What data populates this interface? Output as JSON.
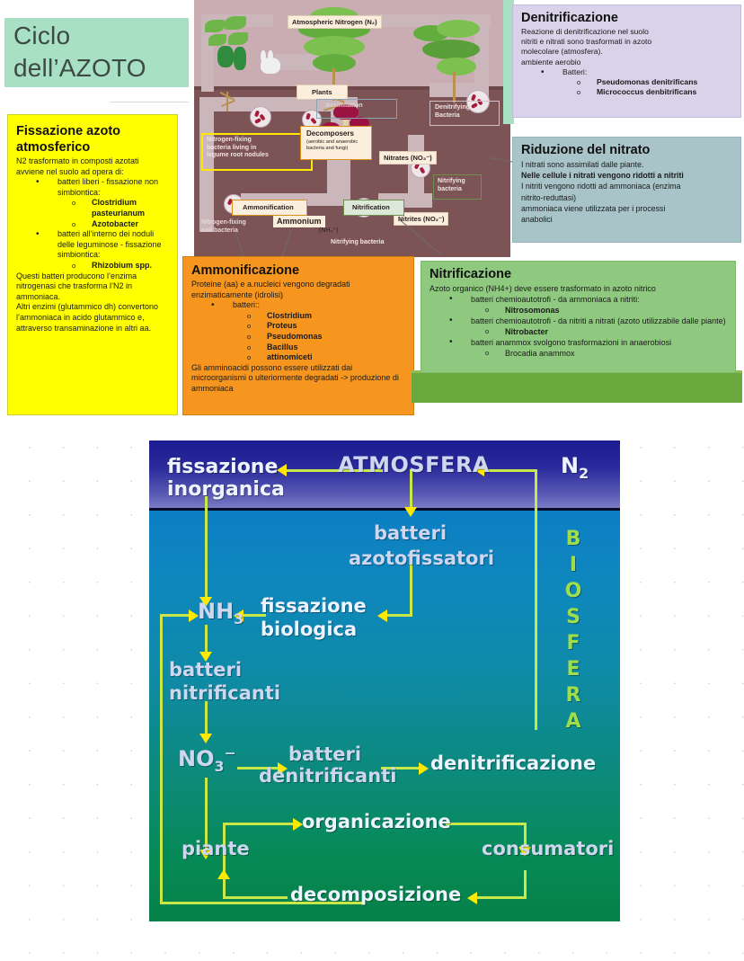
{
  "slide": {
    "title_line1": "Ciclo",
    "title_line2": "dell’AZOTO"
  },
  "boxes": {
    "fissazione": {
      "heading": "Fissazione azoto atmosferico",
      "intro1": "N2 trasformato in composti azotati",
      "intro2": "avviene nel suolo ad opera di:",
      "b1": "batteri liberi - fissazione non simbiontica:",
      "b1_s1": "Clostridium pasteurianum",
      "b1_s2": "Azotobacter",
      "b2": "batteri all’interno dei noduli delle leguminose - fissazione simbiontica:",
      "b2_s1": "Rhizobium spp.",
      "tail1": "Questi batteri producono l’enzima nitrogenasi che trasforma l’N2 in ammoniaca.",
      "tail2": "Altri enzimi (glutammico dh) convertono l’ammoniaca in acido glutammico e, attraverso transaminazione in altri aa."
    },
    "ammonificazione": {
      "heading": "Ammonificazione",
      "intro": "Proteine (aa) e  a.nucleici vengono degradati enzimaticamente (idrolisi)",
      "b1": "batteri::",
      "s1": "Clostridium",
      "s2": "Proteus",
      "s3": "Pseudomonas",
      "s4": "Bacillus",
      "s5": "attinomiceti",
      "tail": "Gli amminoacidi possono essere utilizzati dai microorganismi o ulteriormente degradati  -> produzione di ammoniaca"
    },
    "nitrificazione": {
      "heading": "Nitrificazione",
      "intro": "Azoto organico  (NH4+) deve essere trasformato in azoto nitrico",
      "b1": "batteri chemioautotrofi - da ammoniaca a nitriti:",
      "b1_s1": "Nitrosomonas",
      "b2": "batteri chemioautotrofi - da nitriti a nitrati (azoto utilizzabile dalle piante)",
      "b2_s1": "Nitrobacter",
      "b3": "batteri anammox svolgono trasformazioni in anaerobiosi",
      "b3_s1": "Brocadia anammox"
    },
    "denitrificazione": {
      "heading": "Denitrificazione",
      "l1": "Reazione di denitrificazione nel suolo",
      "l2": "nitriti e nitrati sono trasformati in azoto",
      "l3": "molecolare (atmosfera).",
      "l4": "ambiente aerobio",
      "b1": "Batteri:",
      "s1": "Pseudomonas denitrificans",
      "s2": "Micrococcus denbitrificans"
    },
    "riduzione": {
      "heading": "Riduzione del nitrato",
      "l1": "I nitrati sono assimilati dalle piante.",
      "l2": "Nelle cellule i nitrati vengono ridotti a nitriti",
      "l3": "I nitriti vengono ridotti ad ammoniaca (enzima",
      "l4": "nitrito-reduttasi)",
      "l5": "ammoniaca viene utilizzata per i processi",
      "l6": "anabolici"
    }
  },
  "central_figure": {
    "atmospheric_nitrogen": "Atmospheric Nitrogen (N₂)",
    "plants": "Plants",
    "assimilation": "Assimilation",
    "denitrifying_bacteria": "Denitrifying\nBacteria",
    "nitrogen_fixing_legume": "Nitrogen-fixing\nbacteria living in\nlegume root nodules",
    "decomposers": "Decomposers",
    "decomposers_sub": "(aerobic and anaerobic\nbacteria and fungi)",
    "nitrates": "Nitrates (NO₃⁻)",
    "nitrites": "Nitrites (NO₂⁻)",
    "nitrifying_bacteria": "Nitrifying\nbacteria",
    "ammonification": "Ammonification",
    "nitrification": "Nitrification",
    "ammonium": "Ammonium",
    "ammonium_sub": "(NH₄⁺)",
    "nitrogen_fixing_soil": "Nitrogen-fixing\nsoil bacteria",
    "nitrifying_bacteria_bottom": "Nitrifying bacteria"
  },
  "cycle_diagram": {
    "fissazione_inorganica_l1": "fissazione",
    "fissazione_inorganica_l2": "inorganica",
    "atmosfera": "ATMOSFERA",
    "n2": "N",
    "n2_sub": "2",
    "batteri_azotofissatori_l1": "batteri",
    "batteri_azotofissatori_l2": "azotofissatori",
    "nh3": "NH",
    "nh3_sub": "3",
    "fissazione_biologica_l1": "fissazione",
    "fissazione_biologica_l2": "biologica",
    "batteri_nitrificanti_l1": "batteri",
    "batteri_nitrificanti_l2": "nitrificanti",
    "no3": "NO",
    "no3_sub": "3",
    "no3_sup": "−",
    "batteri_denitrificanti_l1": "batteri",
    "batteri_denitrificanti_l2": "denitrificanti",
    "denitrificazione": "denitrificazione",
    "organicazione": "organicazione",
    "consumatori": "consumatori",
    "piante": "piante",
    "decomposizione": "decomposizione",
    "biosfera_letters": [
      "B",
      "I",
      "O",
      "S",
      "F",
      "E",
      "R",
      "A"
    ]
  },
  "colors": {
    "title_bg": "#a8e0c4",
    "yellow_box": "#ffff00",
    "orange_box": "#f6961e",
    "green_box": "#8ec97f",
    "purple_box": "#d9d2e9",
    "teal_box": "#a8c4c9",
    "green_bar": "#6aa83d",
    "arrow_yellow": "#ffe900",
    "line_green": "#c8e84a"
  }
}
